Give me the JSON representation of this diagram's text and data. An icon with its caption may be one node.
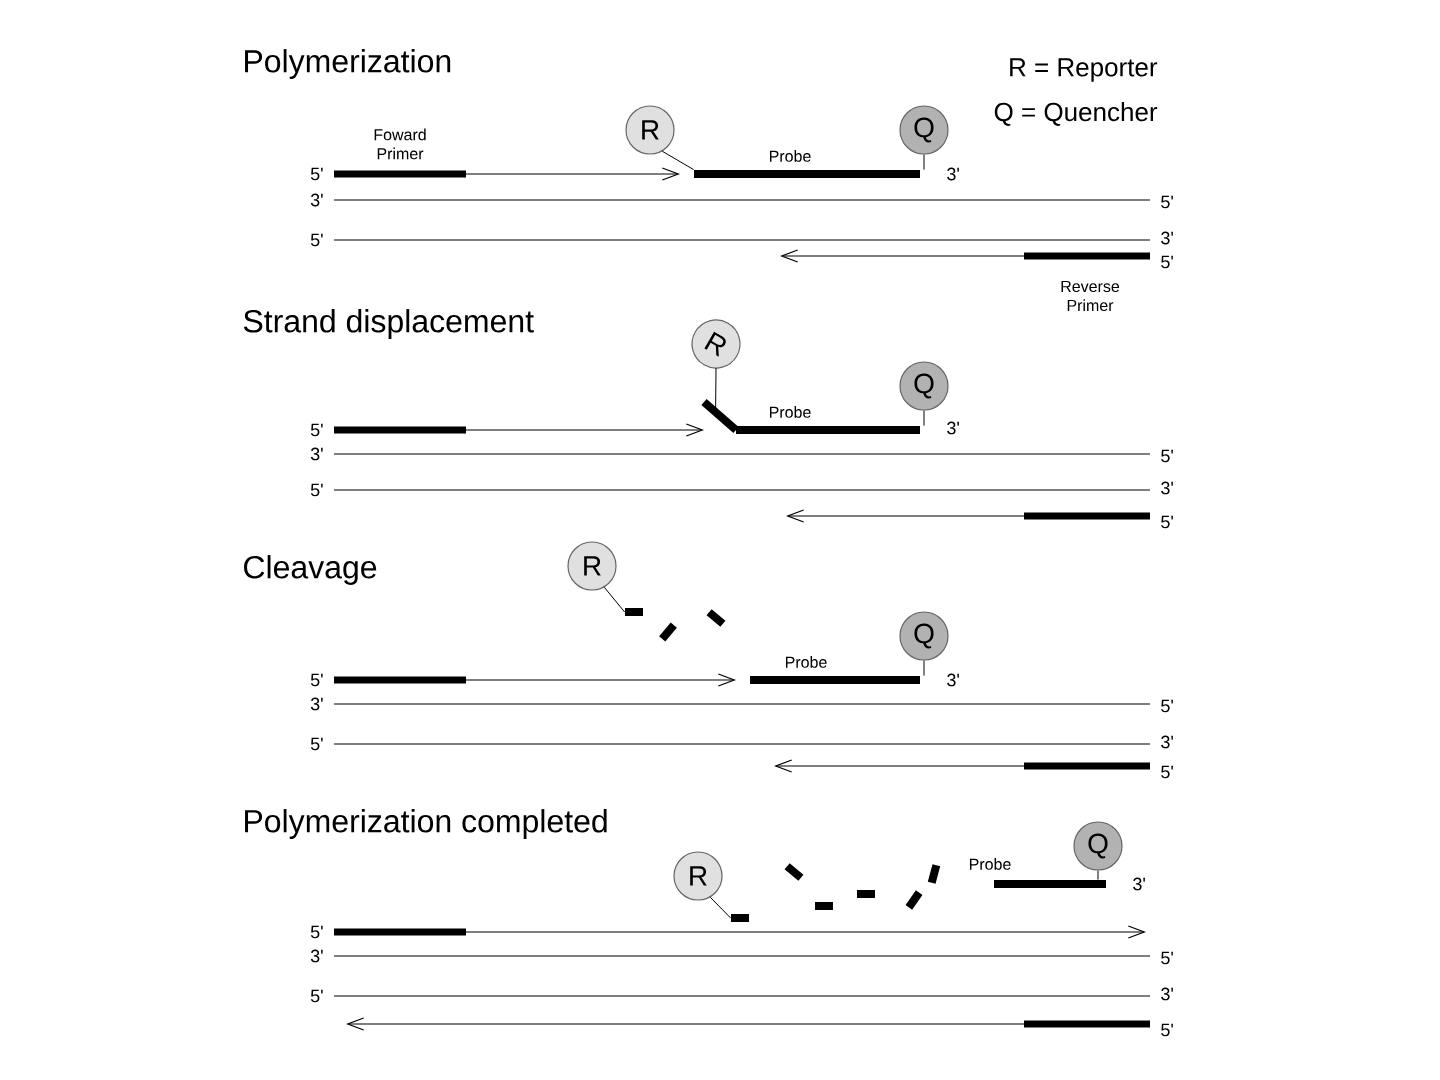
{
  "diagram": {
    "nodes": [
      {
        "text": [
          "R"
        ]
      },
      {
        "text": [],
        "shape": "bar",
        "beside": [
          "Probe"
        ]
      },
      {
        "text": [
          "Q"
        ]
      },
      {
        "text": [
          "R"
        ]
      },
      {
        "text": [],
        "shape": "bar",
        "beside": [
          "Probe"
        ]
      },
      {
        "text": [
          "Q"
        ]
      },
      {
        "text": [
          "R"
        ]
      },
      {
        "text": [],
        "shape": "bar"
      },
      {
        "text": [],
        "shape": "bar",
        "beside": [
          "Probe"
        ]
      },
      {
        "text": [
          "Q"
        ]
      },
      {
        "text": [
          "R"
        ]
      },
      {
        "text": [],
        "shape": "bar"
      },
      {
        "text": [],
        "shape": "bar",
        "beside": [
          "Probe"
        ]
      },
      {
        "text": [
          "Q"
        ]
      }
    ],
    "edges": [
      {
        "from": 0,
        "to": 1,
        "arrow": "none"
      },
      {
        "from": 2,
        "to": 1,
        "arrow": "none"
      },
      {
        "from": 3,
        "to": 4,
        "arrow": "none"
      },
      {
        "from": 5,
        "to": 4,
        "arrow": "none"
      },
      {
        "from": 6,
        "to": 7,
        "arrow": "none"
      },
      {
        "from": 9,
        "to": 8,
        "arrow": "none"
      },
      {
        "from": 10,
        "to": 11,
        "arrow": "none"
      },
      {
        "from": 13,
        "to": 12,
        "arrow": "none"
      }
    ],
    "labels": [
      "Polymerization",
      "R = Reporter",
      "Q = Quencher",
      "Foward Primer",
      "5'",
      "3'",
      "3'",
      "5'",
      "5'",
      "3'",
      "5'",
      "Reverse Primer",
      "Strand displacement",
      "5'",
      "3'",
      "3'",
      "5'",
      "5'",
      "3'",
      "5'",
      "Cleavage",
      "5'",
      "3'",
      "3'",
      "5'",
      "5'",
      "3'",
      "5'",
      "Polymerization completed",
      "3'",
      "5'",
      "3'",
      "5'",
      "5'",
      "3'",
      "5'"
    ]
  }
}
